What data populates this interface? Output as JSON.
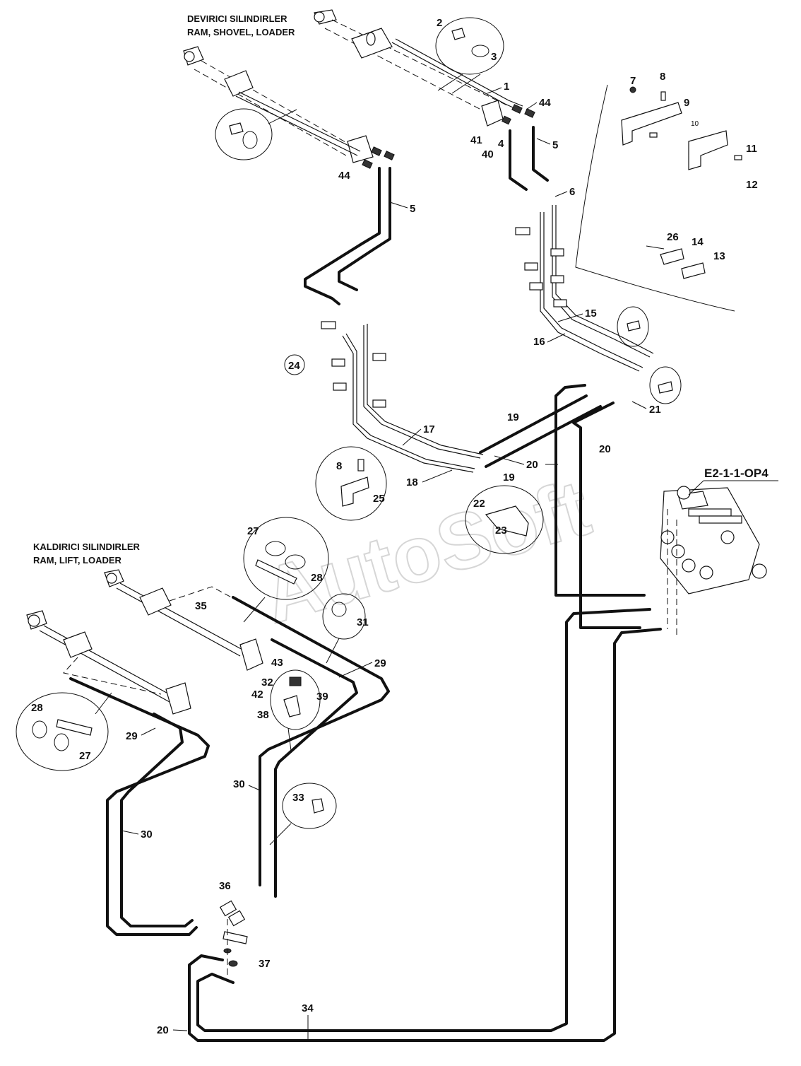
{
  "titles": {
    "devirici_line1": "DEVIRICI SILINDIRLER",
    "devirici_line2": "RAM, SHOVEL, LOADER",
    "kaldirici_line1": "KALDIRICI SILINDIRLER",
    "kaldirici_line2": "RAM, LIFT, LOADER"
  },
  "reference_code": "E2-1-1-OP4",
  "watermark": "AutoSoft",
  "part_labels": [
    {
      "id": "p1",
      "text": "1"
    },
    {
      "id": "p2",
      "text": "2"
    },
    {
      "id": "p3",
      "text": "3"
    },
    {
      "id": "p44a",
      "text": "44"
    },
    {
      "id": "p41",
      "text": "41"
    },
    {
      "id": "p4",
      "text": "4"
    },
    {
      "id": "p40",
      "text": "40"
    },
    {
      "id": "p5a",
      "text": "5"
    },
    {
      "id": "p44b",
      "text": "44"
    },
    {
      "id": "p5b",
      "text": "5"
    },
    {
      "id": "p6",
      "text": "6"
    },
    {
      "id": "p7",
      "text": "7"
    },
    {
      "id": "p8a",
      "text": "8"
    },
    {
      "id": "p9",
      "text": "9"
    },
    {
      "id": "p10",
      "text": "10"
    },
    {
      "id": "p11",
      "text": "11"
    },
    {
      "id": "p12",
      "text": "12"
    },
    {
      "id": "p26",
      "text": "26"
    },
    {
      "id": "p14",
      "text": "14"
    },
    {
      "id": "p13",
      "text": "13"
    },
    {
      "id": "p15",
      "text": "15"
    },
    {
      "id": "p16",
      "text": "16"
    },
    {
      "id": "p24",
      "text": "24"
    },
    {
      "id": "p21",
      "text": "21"
    },
    {
      "id": "p19a",
      "text": "19"
    },
    {
      "id": "p17",
      "text": "17"
    },
    {
      "id": "p20a",
      "text": "20"
    },
    {
      "id": "p8b",
      "text": "8"
    },
    {
      "id": "p19b",
      "text": "19"
    },
    {
      "id": "p20b",
      "text": "20"
    },
    {
      "id": "p18",
      "text": "18"
    },
    {
      "id": "p25",
      "text": "25"
    },
    {
      "id": "p22",
      "text": "22"
    },
    {
      "id": "p23",
      "text": "23"
    },
    {
      "id": "p27a",
      "text": "27"
    },
    {
      "id": "p28a",
      "text": "28"
    },
    {
      "id": "p35",
      "text": "35"
    },
    {
      "id": "p31",
      "text": "31"
    },
    {
      "id": "p29a",
      "text": "29"
    },
    {
      "id": "p43",
      "text": "43"
    },
    {
      "id": "p32",
      "text": "32"
    },
    {
      "id": "p42",
      "text": "42"
    },
    {
      "id": "p39",
      "text": "39"
    },
    {
      "id": "p38",
      "text": "38"
    },
    {
      "id": "p28b",
      "text": "28"
    },
    {
      "id": "p29b",
      "text": "29"
    },
    {
      "id": "p27b",
      "text": "27"
    },
    {
      "id": "p30a",
      "text": "30"
    },
    {
      "id": "p33",
      "text": "33"
    },
    {
      "id": "p30b",
      "text": "30"
    },
    {
      "id": "p36",
      "text": "36"
    },
    {
      "id": "p37",
      "text": "37"
    },
    {
      "id": "p20c",
      "text": "20"
    },
    {
      "id": "p34",
      "text": "34"
    }
  ]
}
